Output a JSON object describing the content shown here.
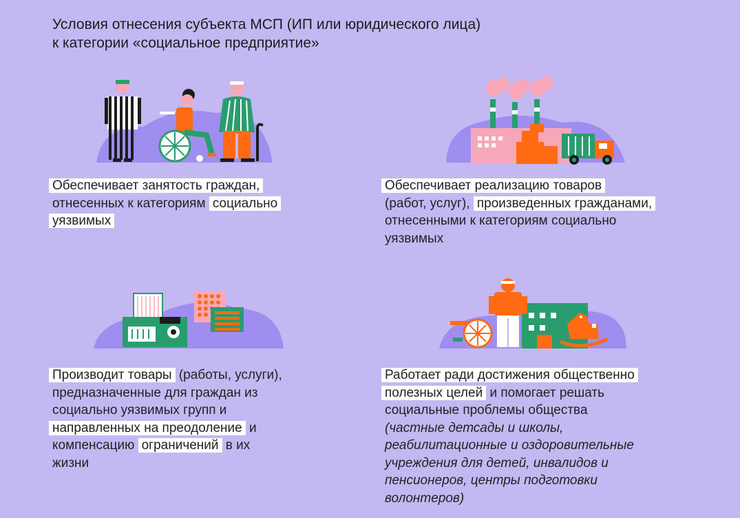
{
  "title": {
    "line1": "Условия отнесения субъекта МСП (ИП или юридического лица)",
    "line2": "к категории «социальное предприятие»"
  },
  "card1": {
    "l1": "Обеспечивает занятость граждан,",
    "l2a": "отнесенных к категориям ",
    "l2b": "социально",
    "l3": "уязвимых"
  },
  "card2": {
    "l1": "Обеспечивает реализацию товаров",
    "l2a": "(работ, услуг), ",
    "l2b": "произведенных гражданами,",
    "l3": "отнесенными к категориям социально",
    "l4": "уязвимых"
  },
  "card3": {
    "l1a": "Производит товары",
    "l1b": " (работы, услуги),",
    "l2": "предназначенные для граждан из",
    "l3": "социально уязвимых групп и",
    "l4a": "направленных на преодоление",
    "l4b": " и",
    "l5a": "компенсацию ",
    "l5b": "ограничений",
    "l5c": " в их",
    "l6": "жизни"
  },
  "card4": {
    "l1": "Работает ради достижения общественно",
    "l2a": "полезных целей",
    "l2b": " и помогает решать",
    "l3": "социальные проблемы общества",
    "l4": "(частные детсады и школы,",
    "l5": "реабилитационные и оздоровительные",
    "l6": "учреждения для детей, инвалидов и",
    "l7": "пенсионеров, центры подготовки",
    "l8": "волонтеров)"
  },
  "colors": {
    "background": "#c4b8f3",
    "blob": "#9f8ef0",
    "orange": "#ff6a13",
    "green": "#2a9d6e",
    "pink": "#f7a8b8",
    "white": "#ffffff",
    "dark": "#1c1c1c"
  },
  "icons": {
    "illustration1": "people-wheelchair-icon",
    "illustration2": "factory-truck-icon",
    "illustration3": "printing-machine-icon",
    "illustration4": "elder-school-toys-icon"
  }
}
